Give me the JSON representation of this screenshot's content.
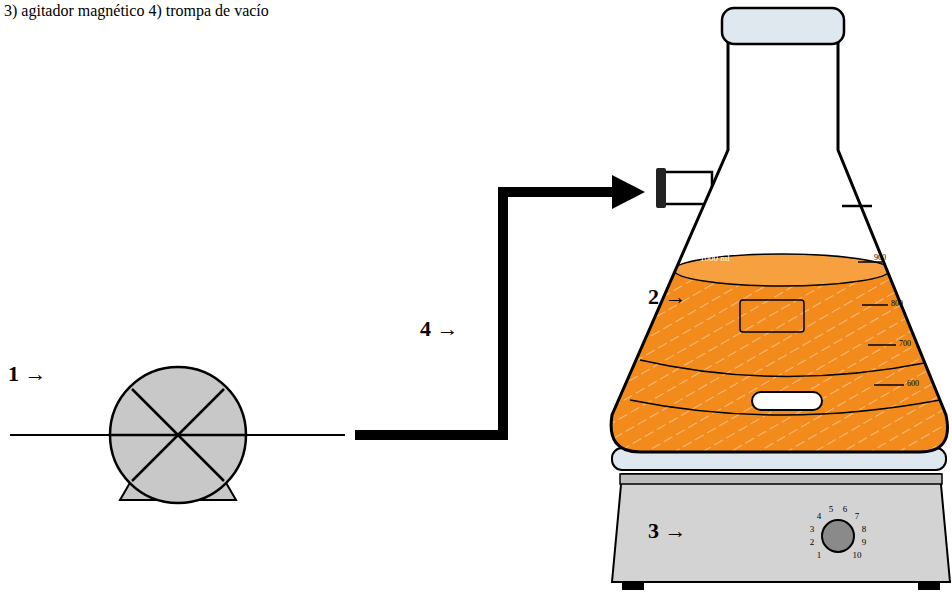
{
  "diagram": {
    "labels": [
      "3) agitador magnético 4) trompa de vacío",
      "1 →",
      "2 →",
      "3 →",
      "4 →",
      "1000 ml",
      "900",
      "800",
      "700",
      "600",
      "1",
      "2",
      "3",
      "4",
      "5",
      "6",
      "7",
      "8",
      "9",
      "10"
    ]
  }
}
